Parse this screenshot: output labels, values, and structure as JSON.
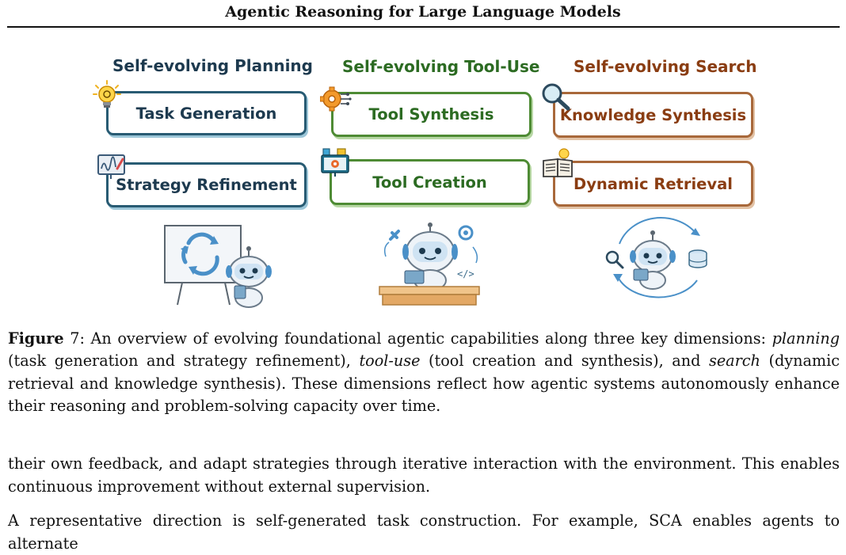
{
  "running_head": "Agentic Reasoning for Large Language Models",
  "columns": [
    {
      "title": "Self-evolving Planning",
      "items": [
        "Task Generation",
        "Strategy Refinement"
      ],
      "icons": [
        "lightbulb-gear-icon",
        "whiteboard-chart-icon"
      ],
      "illustration": "robot-whiteboard-cycle-illustration"
    },
    {
      "title": "Self-evolving Tool-Use",
      "items": [
        "Tool Synthesis",
        "Tool Creation"
      ],
      "icons": [
        "gear-circuit-icon",
        "toolbox-gear-icon"
      ],
      "illustration": "robot-desk-tools-illustration"
    },
    {
      "title": "Self-evolving Search",
      "items": [
        "Knowledge Synthesis",
        "Dynamic Retrieval"
      ],
      "icons": [
        "magnifier-icon",
        "open-book-lightbulb-icon"
      ],
      "illustration": "robot-search-cycle-illustration"
    }
  ],
  "colors": {
    "planning": "#1d3a4f",
    "tooluse": "#2c6b22",
    "search": "#8a3d12"
  },
  "caption": {
    "label": "Figure",
    "number": "7",
    "t1": ": An overview of evolving foundational agentic capabilities along three key dimensions: ",
    "e1": "planning",
    "t2": " (task generation and strategy refinement), ",
    "e2": "tool-use",
    "t3": " (tool creation and synthesis), and ",
    "e3": "search",
    "t4": " (dynamic retrieval and knowledge synthesis). These dimensions reflect how agentic systems autonomously enhance their reasoning and problem-solving capacity over time."
  },
  "body": [
    "their own feedback, and adapt strategies through iterative interaction with the environment. This enables continuous improvement without external supervision.",
    "A representative direction is self-generated task construction. For example, SCA enables agents to alternate"
  ]
}
